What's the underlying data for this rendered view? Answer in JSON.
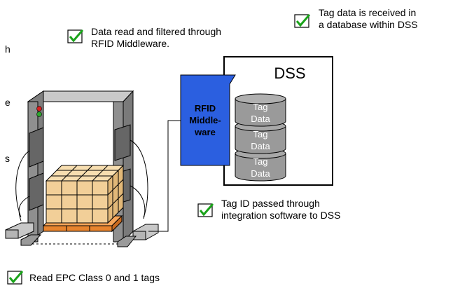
{
  "captions": {
    "middleware_step": [
      "Data read and filtered through",
      "RFID Middleware."
    ],
    "database_step": [
      "Tag data is received in",
      "a database within DSS"
    ],
    "integration_step": [
      "Tag ID passed through",
      "integration software to DSS"
    ],
    "read_step": [
      "Read EPC Class 0 and 1 tags"
    ]
  },
  "dss": {
    "title": "DSS"
  },
  "middleware": {
    "lines": [
      "RFID",
      "Middle-",
      "ware"
    ]
  },
  "database": {
    "disks": [
      "Tag Data",
      "Tag Data",
      "Tag Data"
    ]
  },
  "cut_off_text": [
    "h",
    "e",
    "s"
  ],
  "colors": {
    "middleware_blue": "#2b5fe0",
    "disk_gray": "#9a9a9a",
    "box_tan": "#f2cf98",
    "pallet_orange": "#e8842e",
    "portal_gray": "#8a8a8a",
    "check_green": "#1aa31a"
  }
}
